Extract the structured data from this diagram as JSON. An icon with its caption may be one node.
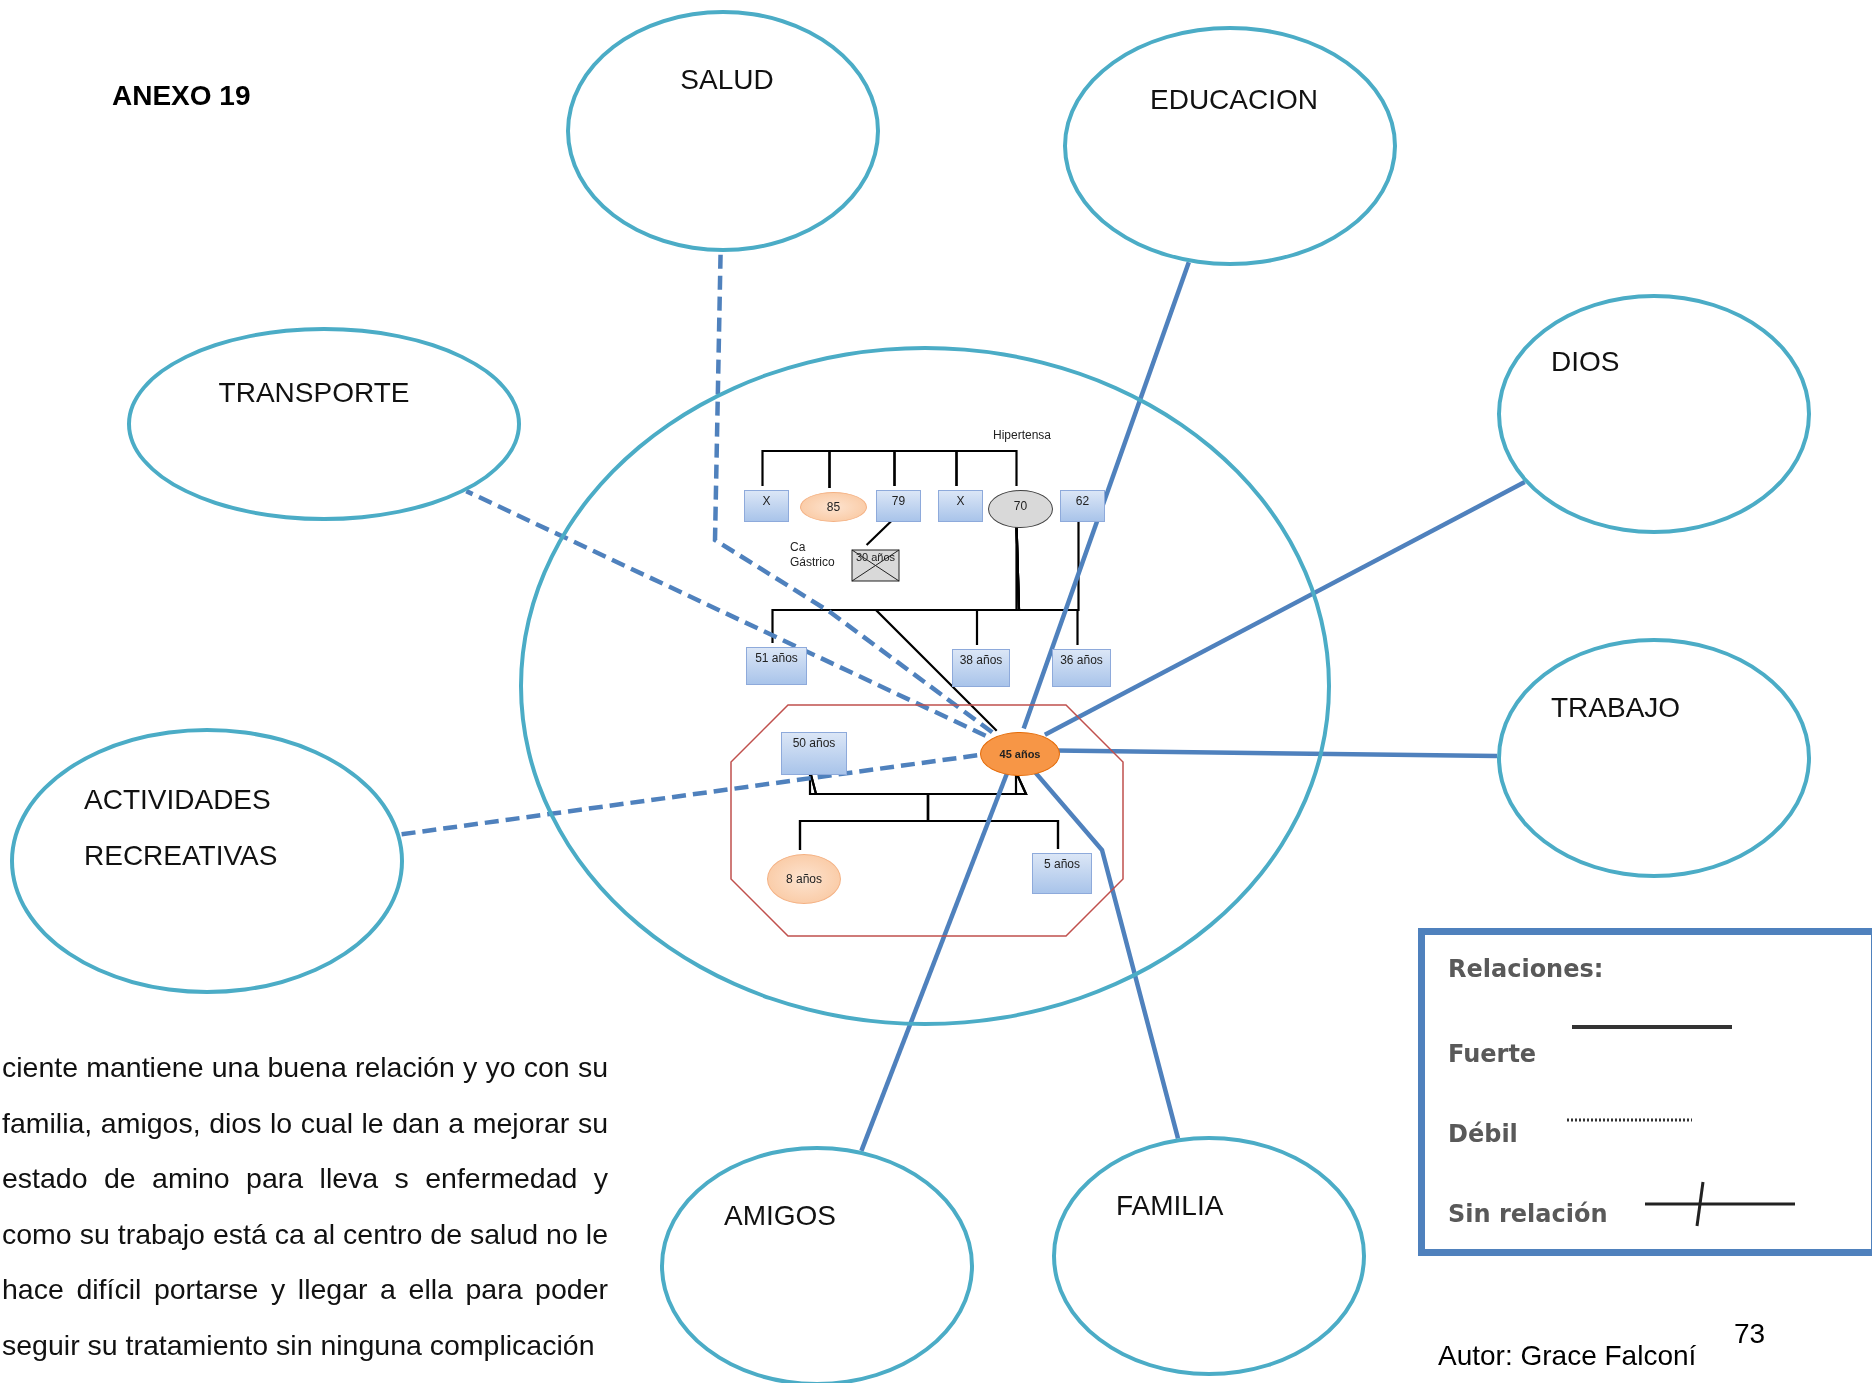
{
  "diagram": {
    "nodes": [
      {
        "text": [],
        "shape": "circle"
      },
      {
        "text": [
          "SALUD"
        ]
      },
      {
        "text": [
          "EDUCACION"
        ]
      },
      {
        "text": [
          "TRANSPORTE"
        ]
      },
      {
        "text": [
          "DIOS"
        ]
      },
      {
        "text": [
          "TRABAJO"
        ]
      },
      {
        "text": [
          "ACTIVIDADES RECREATIVAS"
        ]
      },
      {
        "text": [
          "AMIGOS"
        ]
      },
      {
        "text": [
          "FAMILIA"
        ]
      },
      {
        "text": [
          "X"
        ],
        "in": 0
      },
      {
        "text": [
          "85"
        ],
        "in": 0
      },
      {
        "text": [
          "79"
        ],
        "in": 0
      },
      {
        "text": [
          "X"
        ],
        "in": 0
      },
      {
        "text": [
          "70"
        ],
        "in": 0,
        "beside": [
          "Hipertensa"
        ]
      },
      {
        "text": [
          "62"
        ],
        "in": 0
      },
      {
        "text": [
          "30 años"
        ],
        "in": 0,
        "beside": [
          "Ca Gástrico"
        ]
      },
      {
        "text": [
          "51 años"
        ],
        "in": 0
      },
      {
        "text": [
          "38 años"
        ],
        "in": 0
      },
      {
        "text": [
          "36 años"
        ],
        "in": 0
      },
      {
        "text": [],
        "shape": "octagon",
        "in": 0
      },
      {
        "text": [
          "50 años"
        ],
        "in": 19
      },
      {
        "text": [
          "45 años"
        ],
        "in": 19
      },
      {
        "text": [
          "8 años"
        ],
        "in": 19
      },
      {
        "text": [
          "5 años"
        ],
        "in": 19
      }
    ],
    "edges": [
      {
        "from": 9,
        "to": 10,
        "arrow": "none"
      },
      {
        "from": 10,
        "to": 11,
        "arrow": "none"
      },
      {
        "from": 11,
        "to": 12,
        "arrow": "none"
      },
      {
        "from": 12,
        "to": 13,
        "arrow": "none"
      },
      {
        "from": 13,
        "to": 14,
        "arrow": "none"
      },
      {
        "from": 11,
        "to": 15,
        "arrow": "none"
      },
      {
        "from": 13,
        "to": 16,
        "arrow": "none"
      },
      {
        "from": 13,
        "to": 17,
        "arrow": "none"
      },
      {
        "from": 13,
        "to": 18,
        "arrow": "none"
      },
      {
        "from": 13,
        "to": 21,
        "arrow": "none"
      },
      {
        "from": 20,
        "to": 21,
        "arrow": "none"
      },
      {
        "from": 20,
        "to": 22,
        "arrow": "none"
      },
      {
        "from": 20,
        "to": 23,
        "arrow": "none"
      },
      {
        "from": 21,
        "to": 22,
        "arrow": "none"
      },
      {
        "from": 21,
        "to": 23,
        "arrow": "none"
      },
      {
        "from": 21,
        "to": 1,
        "arrow": "none",
        "style": "dashed",
        "color": "#4f81bd"
      },
      {
        "from": 21,
        "to": 2,
        "arrow": "none",
        "color": "#4f81bd"
      },
      {
        "from": 21,
        "to": 3,
        "arrow": "none",
        "style": "dashed",
        "color": "#4f81bd"
      },
      {
        "from": 21,
        "to": 4,
        "arrow": "none",
        "color": "#4f81bd"
      },
      {
        "from": 21,
        "to": 5,
        "arrow": "none",
        "color": "#4f81bd"
      },
      {
        "from": 21,
        "to": 6,
        "arrow": "none",
        "style": "dashed",
        "color": "#4f81bd"
      },
      {
        "from": 21,
        "to": 7,
        "arrow": "none",
        "color": "#4f81bd"
      },
      {
        "from": 21,
        "to": 8,
        "arrow": "none",
        "color": "#4f81bd"
      }
    ],
    "labels": [
      "ANEXO 19",
      "ciente mantiene una buena relación y yo con su familia, amigos, dios  lo cual le dan a mejorar su estado de amino para lleva s enfermedad y como su trabajo está ca al centro de salud no le hace difícil portarse y llegar a ella para poder seguir su tratamiento sin ninguna complicación",
      "Relaciones:",
      "73",
      "Autor: Grace Falconí"
    ],
    "legend": [
      {
        "text": "Fuerte"
      },
      {
        "text": "Débil"
      },
      {
        "text": "Sin relación"
      }
    ]
  }
}
